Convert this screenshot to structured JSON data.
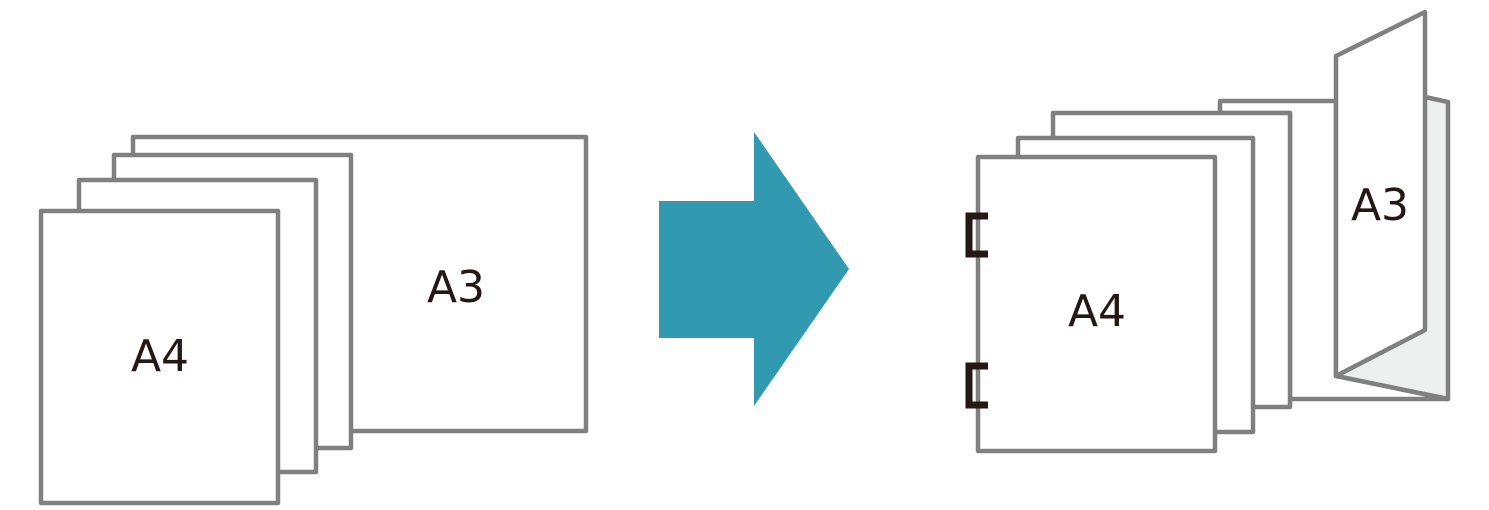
{
  "before": {
    "a3_label": "A3",
    "a4_label": "A4"
  },
  "after": {
    "a3_label": "A3",
    "a4_label": "A4"
  },
  "colors": {
    "arrow": "#3199b0",
    "sheet_outline": "#808080"
  }
}
